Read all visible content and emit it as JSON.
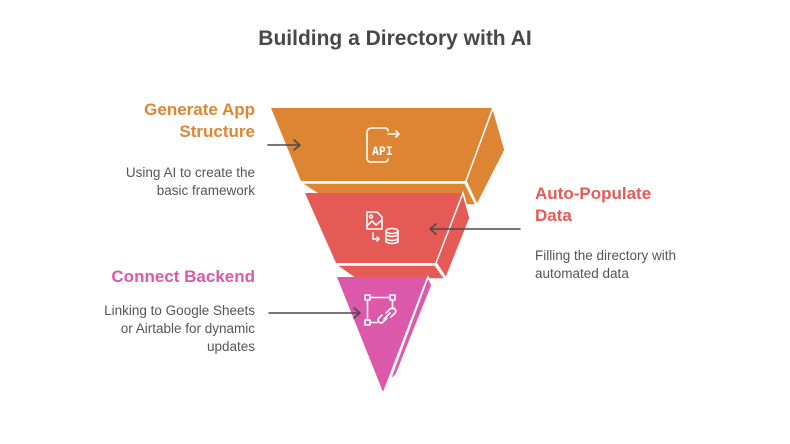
{
  "title": "Building a Directory with AI",
  "colors": {
    "stage1": "#DD8533",
    "stage2": "#E55A55",
    "stage3": "#DC58AB",
    "arrow": "#4A4A4A",
    "title": "#484848",
    "description": "#555555"
  },
  "stages": [
    {
      "title_line1": "Generate App",
      "title_line2": "Structure",
      "desc_line1": "Using AI to create the",
      "desc_line2": "basic framework",
      "icon": "api-icon",
      "icon_text": "API",
      "side": "left"
    },
    {
      "title_line1": "Auto-Populate",
      "title_line2": "Data",
      "desc_line1": "Filling the directory with",
      "desc_line2": "automated data",
      "icon": "image-to-database-icon",
      "side": "right"
    },
    {
      "title_line1": "Connect Backend",
      "desc_line1": "Linking to Google Sheets",
      "desc_line2": "or Airtable for dynamic",
      "desc_line3": "updates",
      "icon": "frame-link-icon",
      "side": "left"
    }
  ]
}
